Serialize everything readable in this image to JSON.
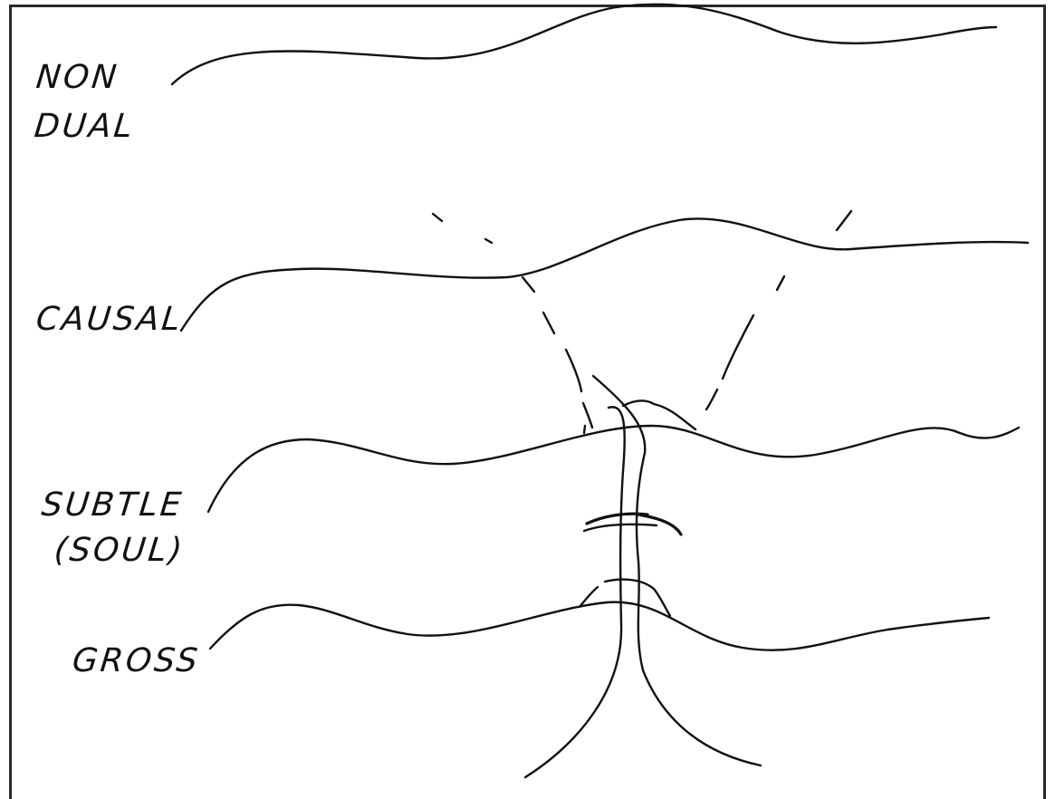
{
  "labels": {
    "non_dual_line1": "NON",
    "non_dual_line2": "DUAL",
    "causal": "CAUSAL",
    "subtle_line1": "SUBTLE",
    "subtle_line2": "(SOUL)",
    "gross": "GROSS"
  },
  "colors": {
    "ink": "#111111",
    "background": "#ffffff",
    "frame": "#2a2a2a"
  }
}
